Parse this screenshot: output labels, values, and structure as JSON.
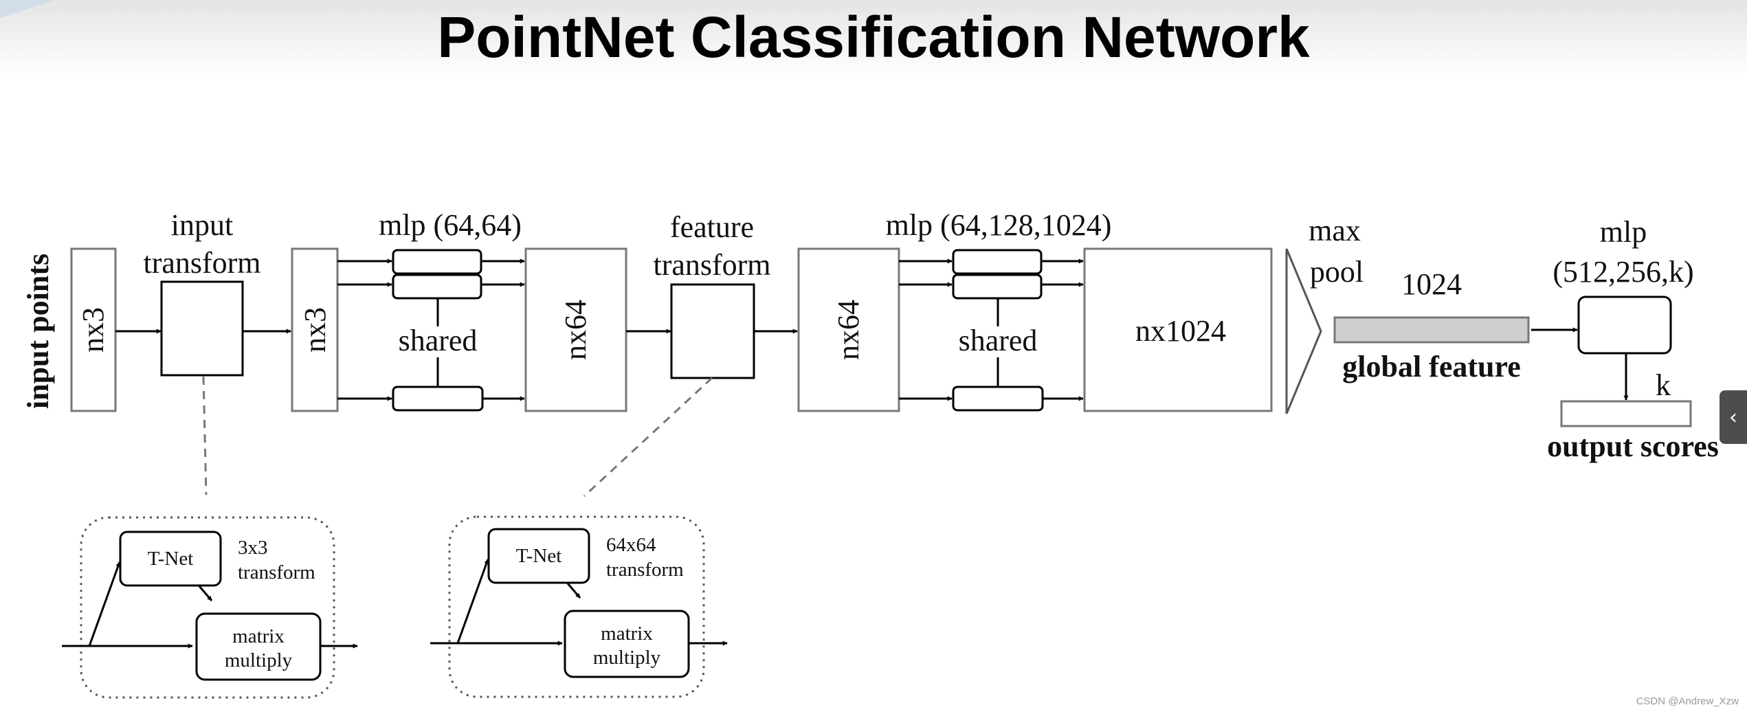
{
  "header": {
    "title": "PointNet Classification Network"
  },
  "diagram": {
    "input_points": "input points",
    "input_nx3": "nx3",
    "input_transform": [
      "input",
      "transform"
    ],
    "mid_nx3": "nx3",
    "mlp1_label": "mlp (64,64)",
    "shared1": "shared",
    "nx64_a": "nx64",
    "feature_transform": [
      "feature",
      "transform"
    ],
    "nx64_b": "nx64",
    "mlp2_label": "mlp (64,128,1024)",
    "shared2": "shared",
    "nx1024": "nx1024",
    "max_pool": [
      "max",
      "pool"
    ],
    "global_dim": "1024",
    "global_feature": "global feature",
    "mlp3_label": [
      "mlp",
      "(512,256,k)"
    ],
    "k_label": "k",
    "output_scores": "output scores",
    "tnet1": {
      "name": "T-Net",
      "transform": [
        "3x3",
        "transform"
      ],
      "matrix": [
        "matrix",
        "multiply"
      ]
    },
    "tnet2": {
      "name": "T-Net",
      "transform": [
        "64x64",
        "transform"
      ],
      "matrix": [
        "matrix",
        "multiply"
      ]
    }
  },
  "side_tab": {
    "icon": "chevron-left-icon",
    "glyph": "‹"
  },
  "watermark": "CSDN @Andrew_Xzw",
  "colors": {
    "global_feature_fill": "#cfcfcf",
    "side_tab_bg": "#4d4d4d",
    "corner_accent": "#d3dde8"
  }
}
